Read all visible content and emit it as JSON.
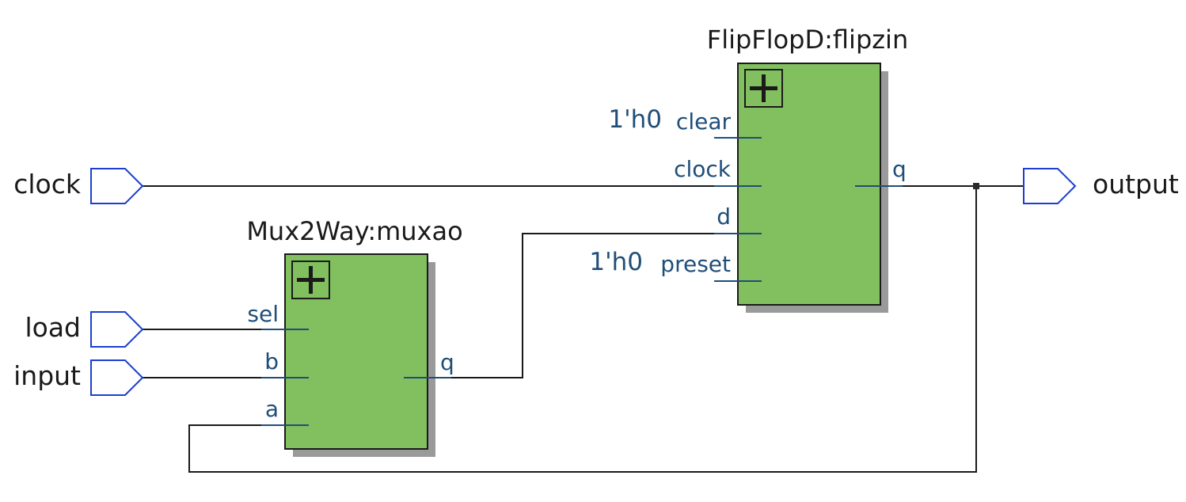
{
  "inputs": {
    "clock": "clock",
    "load": "load",
    "input": "input"
  },
  "outputs": {
    "output": "output"
  },
  "mux": {
    "title": "Mux2Way:muxao",
    "ports": {
      "sel": "sel",
      "b": "b",
      "a": "a",
      "q": "q"
    }
  },
  "flipflop": {
    "title": "FlipFlopD:flipzin",
    "ports": {
      "clear": "clear",
      "clock": "clock",
      "d": "d",
      "preset": "preset",
      "q": "q"
    },
    "constants": {
      "clear": "1'h0",
      "preset": "1'h0"
    }
  },
  "colors": {
    "block_fill": "#82bf5f",
    "port_outline": "#1c3fd1",
    "pin_label": "#1f4e79",
    "shadow": "#9a9a9a"
  },
  "icons": {
    "expand": "plus-expand-icon",
    "port": "pentagon-port-icon"
  }
}
